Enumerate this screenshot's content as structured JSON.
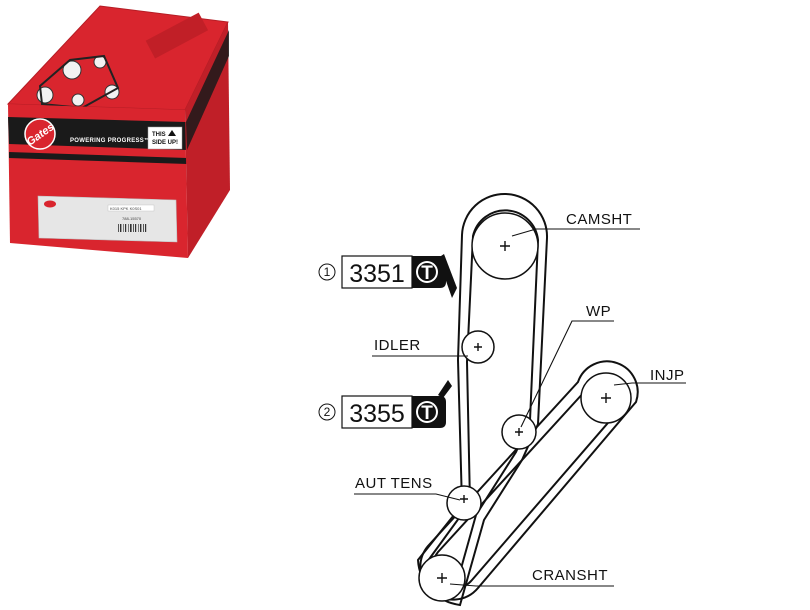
{
  "product_box": {
    "brand": "Gates",
    "tagline": "POWERING PROGRESS™",
    "side_label_1": "THIS",
    "side_label_2": "SIDE UP!",
    "label_line_1": "K015 KPK K0S01",
    "label_line_2": "788-15570",
    "colors": {
      "red": "#d9252e",
      "black": "#1a1a1a",
      "grey": "#e6e6e6"
    }
  },
  "diagram": {
    "pulleys": {
      "camsht": "CAMSHT",
      "wp": "WP",
      "injp": "INJP",
      "idler": "IDLER",
      "aut_tens": "AUT TENS",
      "cransht": "CRANSHT"
    },
    "belts": [
      {
        "index": "1",
        "code": "3351",
        "badge": "T",
        "badge_icon": "timing-belt-badge-icon"
      },
      {
        "index": "2",
        "code": "3355",
        "badge": "T",
        "badge_icon": "timing-belt-badge-icon"
      }
    ],
    "colors": {
      "line": "#111111",
      "badge": "#111111"
    }
  }
}
